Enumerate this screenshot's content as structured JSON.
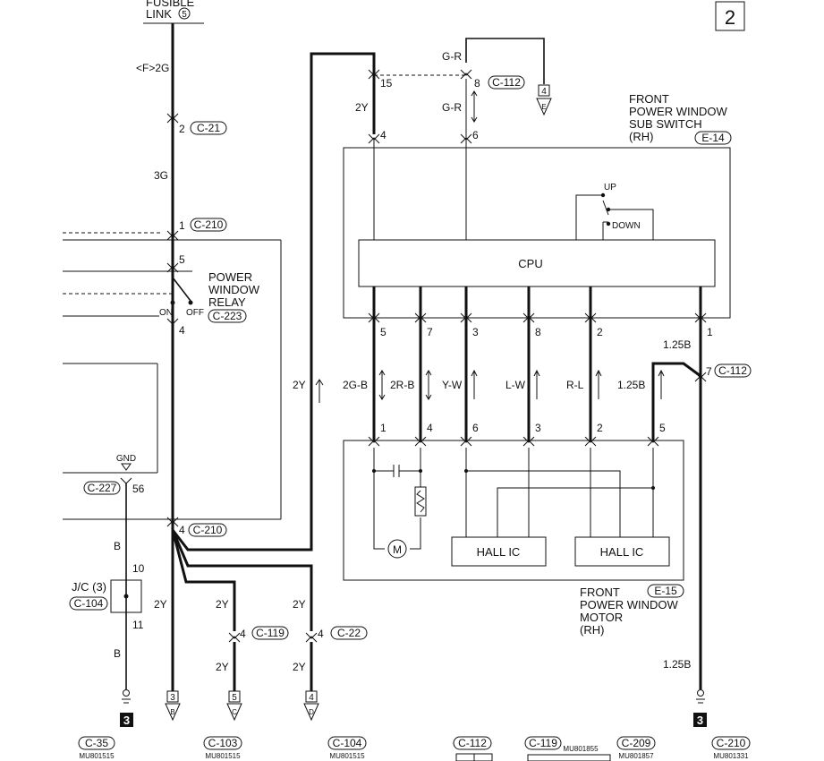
{
  "page_number": "2",
  "fusible_link": {
    "top": "FUSIBLE",
    "label": "LINK",
    "num": "5"
  },
  "wires": {
    "f2g": "<F>2G",
    "w3g": "3G",
    "g_r_top": "G-R",
    "g_r": "G-R",
    "w2y_top": "2Y",
    "w2y_mid": "2Y",
    "w2gb": "2G-B",
    "w2rb": "2R-B",
    "wyw": "Y-W",
    "wlw": "L-W",
    "wrl": "R-L",
    "w125b_a": "1.25B",
    "w125b_b": "1.25B",
    "w125b_c": "1.25B",
    "wb1": "B",
    "wb2": "B",
    "w2y_b": "2Y",
    "w2y_c1": "2Y",
    "w2y_c2": "2Y",
    "w2y_d1": "2Y",
    "w2y_d2": "2Y"
  },
  "connectors": {
    "c21": "C-21",
    "c210_top": "C-210",
    "c223": "C-223",
    "c210_bot": "C-210",
    "c112_top": "C-112",
    "c112_right": "C-112",
    "e14": "E-14",
    "e15": "E-15",
    "c227": "C-227",
    "c104": "C-104",
    "c119": "C-119",
    "c22": "C-22"
  },
  "pins": {
    "p2": "2",
    "p1": "1",
    "p5": "5",
    "p4a": "4",
    "p4b": "4",
    "p15": "15",
    "p8": "8",
    "p4c": "4",
    "p6": "6",
    "s5": "5",
    "s7": "7",
    "s3": "3",
    "s8": "8",
    "s2": "2",
    "s1": "1",
    "s7r": "7",
    "m1": "1",
    "m4": "4",
    "m6": "6",
    "m3": "3",
    "m2": "2",
    "m5": "5",
    "p56": "56",
    "p10": "10",
    "p11": "11",
    "p4d": "4",
    "p4e": "4"
  },
  "relay": {
    "line1": "POWER",
    "line2": "WINDOW",
    "line3": "RELAY",
    "on": "ON",
    "off": "OFF"
  },
  "sub_switch": {
    "line1": "FRONT",
    "line2": "POWER WINDOW",
    "line3": "SUB SWITCH",
    "line4": "(RH)",
    "up": "UP",
    "down": "DOWN",
    "cpu": "CPU"
  },
  "motor": {
    "line1": "FRONT",
    "line2": "POWER WINDOW",
    "line3": "MOTOR",
    "line4": "(RH)",
    "hall1": "HALL IC",
    "hall2": "HALL IC"
  },
  "gnd": "GND",
  "jc": {
    "label": "J/C (3)"
  },
  "refs": {
    "e_num": "4",
    "e_let": "E",
    "b_num": "3",
    "b_let": "B",
    "c_num": "5",
    "c_let": "C",
    "d_num": "4",
    "d_let": "D",
    "ground_marker": "3",
    "ground_marker2": "3"
  },
  "footer": [
    {
      "conn": "C-35",
      "part": "MU801515"
    },
    {
      "conn": "C-103",
      "part": "MU801515"
    },
    {
      "conn": "C-104",
      "part": "MU801515"
    },
    {
      "conn": "C-112",
      "part": ""
    },
    {
      "conn": "C-119",
      "part": "MU801855"
    },
    {
      "conn": "C-209",
      "part": "MU801857"
    },
    {
      "conn": "C-210",
      "part": "MU801331"
    }
  ]
}
